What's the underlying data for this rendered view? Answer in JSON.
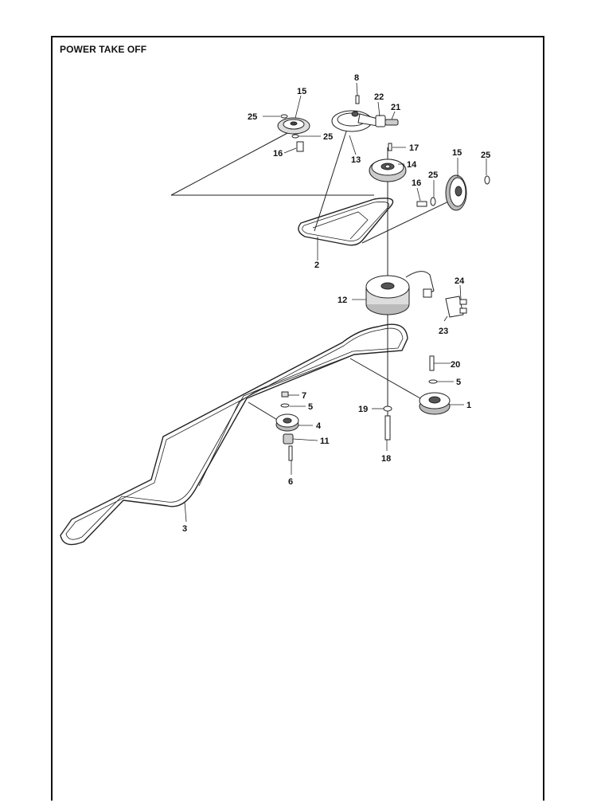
{
  "title": "POWER TAKE OFF",
  "callouts": {
    "c1": "1",
    "c2": "2",
    "c3": "3",
    "c4": "4",
    "c5a": "5",
    "c5b": "5",
    "c6": "6",
    "c7": "7",
    "c8": "8",
    "c11": "11",
    "c12": "12",
    "c13": "13",
    "c14": "14",
    "c15a": "15",
    "c15b": "15",
    "c16a": "16",
    "c16b": "16",
    "c17": "17",
    "c18": "18",
    "c19": "19",
    "c20": "20",
    "c21": "21",
    "c22": "22",
    "c23": "23",
    "c24": "24",
    "c25a": "25",
    "c25b": "25",
    "c25c": "25",
    "c25d": "25"
  }
}
